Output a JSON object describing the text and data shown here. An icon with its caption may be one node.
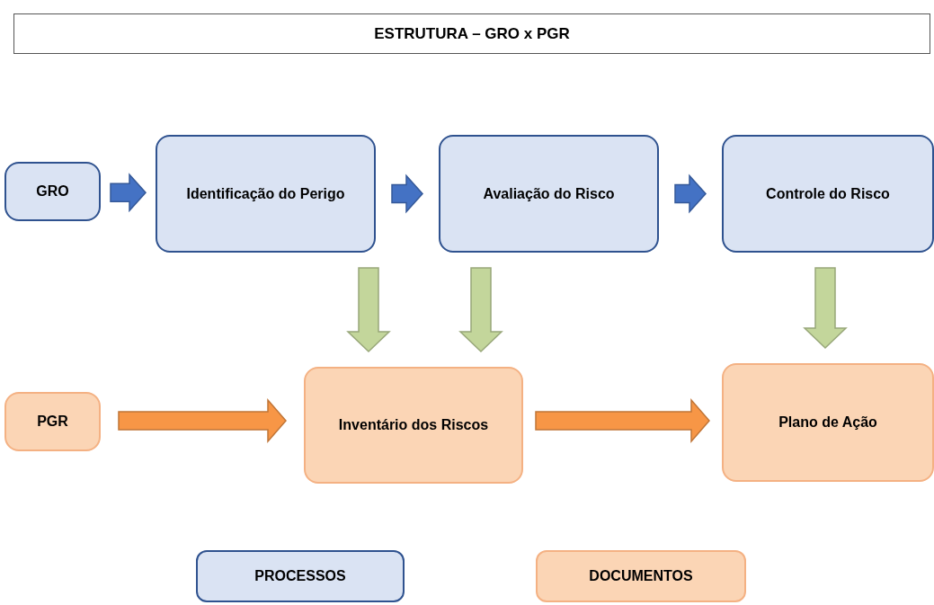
{
  "diagram": {
    "title": "ESTRUTURA – GRO x PGR",
    "nodes": [
      {
        "text": [
          "GRO"
        ]
      },
      {
        "text": [
          "Identificação do Perigo"
        ]
      },
      {
        "text": [
          "Avaliação do Risco"
        ]
      },
      {
        "text": [
          "Controle do Risco"
        ]
      },
      {
        "text": [
          "PGR"
        ]
      },
      {
        "text": [
          "Inventário dos Riscos"
        ]
      },
      {
        "text": [
          "Plano de Ação"
        ]
      }
    ],
    "edges": [
      {
        "from": 0,
        "to": 1,
        "arrow": "to",
        "style": "thick",
        "color": "#4472c4"
      },
      {
        "from": 1,
        "to": 2,
        "arrow": "to",
        "style": "thick",
        "color": "#4472c4"
      },
      {
        "from": 2,
        "to": 3,
        "arrow": "to",
        "style": "thick",
        "color": "#4472c4"
      },
      {
        "from": 1,
        "to": 5,
        "arrow": "to",
        "style": "thick",
        "color": "#c3d69b"
      },
      {
        "from": 2,
        "to": 5,
        "arrow": "to",
        "style": "thick",
        "color": "#c3d69b"
      },
      {
        "from": 3,
        "to": 6,
        "arrow": "to",
        "style": "thick",
        "color": "#c3d69b"
      },
      {
        "from": 4,
        "to": 5,
        "arrow": "to",
        "style": "thick",
        "color": "#f79646"
      },
      {
        "from": 5,
        "to": 6,
        "arrow": "to",
        "style": "thick",
        "color": "#f79646"
      }
    ],
    "legend": [
      {
        "text": "PROCESSOS",
        "color": "#dae3f3"
      },
      {
        "text": "DOCUMENTOS",
        "color": "#fbd5b5"
      }
    ]
  }
}
